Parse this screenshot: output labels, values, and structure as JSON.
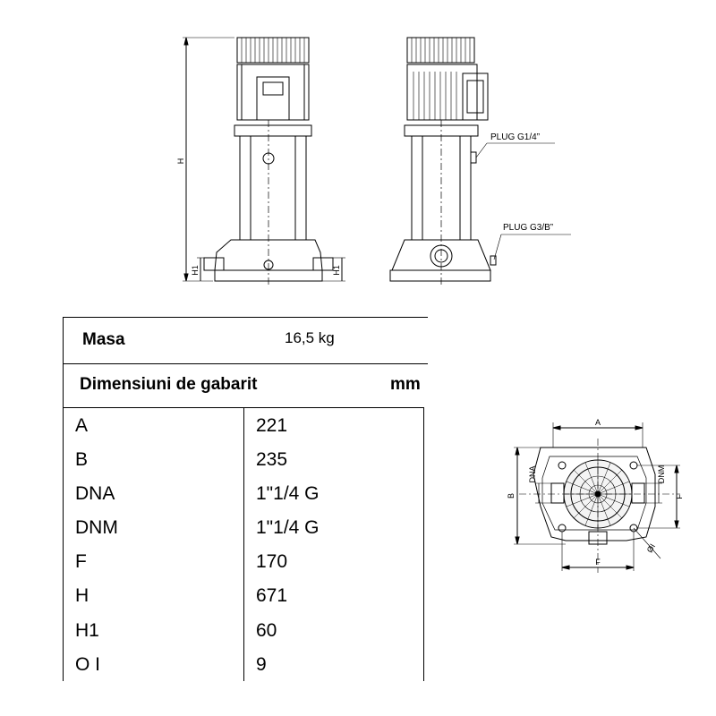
{
  "drawing": {
    "front_labels": {
      "h": "H",
      "h1_left": "H1",
      "h1_right": "H1"
    },
    "side_labels": {
      "plug_top": "PLUG G1/4”",
      "plug_bottom": "PLUG G3/B”"
    },
    "base_labels": {
      "a": "A",
      "b": "B",
      "dna": "DNA",
      "dnm": "DNM",
      "f_right": "F",
      "f_bottom": "F",
      "oi": "ØI"
    }
  },
  "table": {
    "mass_label": "Masa",
    "mass_value": "16,5 kg",
    "dimensions_label": "Dimensiuni de gabarit",
    "dimensions_unit": "mm",
    "rows": [
      {
        "key": "A",
        "value": "221"
      },
      {
        "key": "B",
        "value": "235"
      },
      {
        "key": "DNA",
        "value": "1\"1/4 G"
      },
      {
        "key": "DNM",
        "value": "1\"1/4 G"
      },
      {
        "key": "F",
        "value": "170"
      },
      {
        "key": "H",
        "value": "671"
      },
      {
        "key": "H1",
        "value": "60"
      },
      {
        "key": "O I",
        "value": "9"
      }
    ]
  }
}
